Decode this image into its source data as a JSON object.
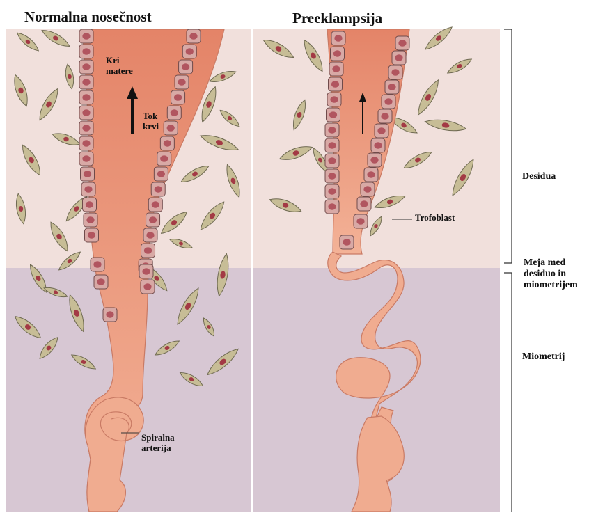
{
  "titles": {
    "normal": "Normalna nosečnost",
    "preeclampsia": "Preeklampsija"
  },
  "labels": {
    "maternal_blood_line1": "Kri",
    "maternal_blood_line2": "matere",
    "blood_flow_line1": "Tok",
    "blood_flow_line2": "krvi",
    "spiral_artery_line1": "Spiralna",
    "spiral_artery_line2": "arterija",
    "trophoblast": "Trofoblast"
  },
  "regions": {
    "decidua": "Desidua",
    "boundary_line1": "Meja med",
    "boundary_line2": "desiduo in",
    "boundary_line3": "miometrijem",
    "myometrium": "Miometrij"
  },
  "colors": {
    "decidua_bg": "#f1e0dc",
    "myometrium_bg": "#d7c7d3",
    "artery_top": "#e48468",
    "artery_bottom": "#f3b297",
    "artery_coil": "#f0ac90",
    "trophoblast_cell": "#d8a9a5",
    "trophoblast_nucleus": "#b1555f",
    "stromal_cell": "#c7bd96",
    "stromal_nucleus": "#a33a45"
  },
  "icons": {
    "flow_arrow": "up-arrow-icon"
  }
}
